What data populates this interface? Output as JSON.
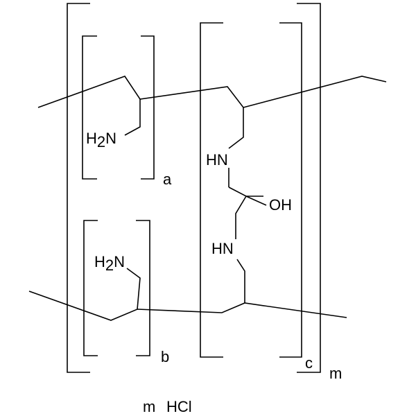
{
  "atoms": {
    "amine_top_h": "H",
    "amine_top_sub": "2",
    "amine_top_n": "N",
    "amine_bottom_h": "H",
    "amine_bottom_sub": "2",
    "amine_bottom_n": "N",
    "hn_top": "HN",
    "hn_bottom": "HN",
    "oh": "OH"
  },
  "subscripts": {
    "a": "a",
    "b": "b",
    "c": "c",
    "m": "m"
  },
  "salt": {
    "multiplier": "m",
    "formula": "HCl"
  }
}
